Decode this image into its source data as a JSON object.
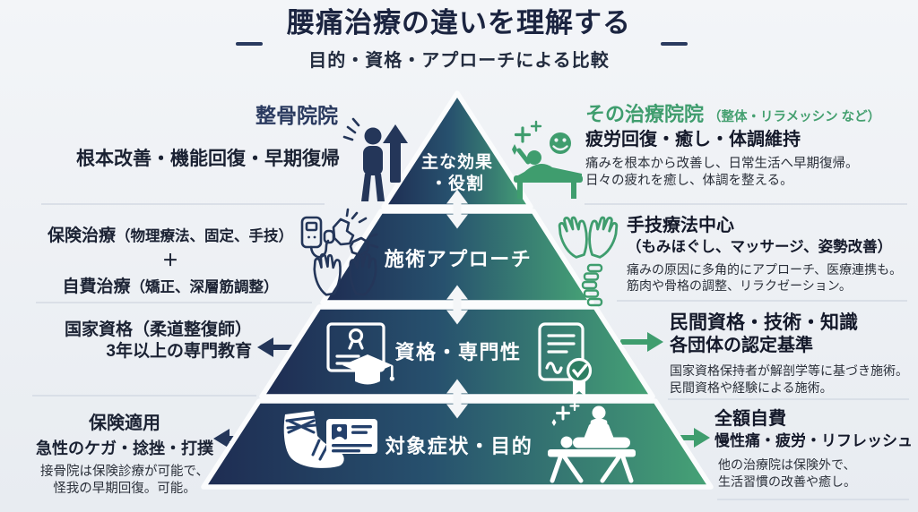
{
  "title": {
    "text": "腰痛治療の違いを理解する",
    "subtitle": "目的・資格・アプローチによる比較"
  },
  "left": {
    "header": "整骨院院",
    "row1": {
      "title": "根本改善・機能回復・早期復帰"
    },
    "row2": {
      "line1_main": "保険治療",
      "line1_sub": "（物理療法、固定、手技）",
      "plus": "＋",
      "line2_main": "自費治療",
      "line2_sub": "（矯正、深層筋調整）"
    },
    "row3": {
      "line1": "国家資格（柔道整復師）",
      "line2": "3年以上の専門教育"
    },
    "row4": {
      "title1": "保険適用",
      "title2": "急性のケガ・捻挫・打撲",
      "desc1": "接骨院は保険診療が可能で、",
      "desc2": "怪我の早期回復。可能。"
    }
  },
  "right": {
    "header": "その治療院院",
    "header_note": "（整体・リラメッシン など）",
    "row1": {
      "title": "疲労回復・癒し・体調維持",
      "desc1": "痛みを根本から改善し、日常生活へ早期復帰。",
      "desc2": "日々の疲れを癒し、体調を整える。"
    },
    "row2": {
      "title": "手技療法中心",
      "subtitle": "（もみほぐし、マッサージ、姿勢改善）",
      "desc1": "痛みの原因に多角的にアプローチ、医療連携も。",
      "desc2": "筋肉や骨格の調整、リラクゼーション。"
    },
    "row3": {
      "title": "民間資格・技術・知識",
      "subtitle": "各団体の認定基準",
      "desc1": "国家資格保持者が解剖学等に基づき施術。",
      "desc2": "民間資格や経験による施術。"
    },
    "row4": {
      "title": "全額自費",
      "subtitle": "慢性痛・疲労・リフレッシュ",
      "desc1": "他の治療院は保険外で、",
      "desc2": "生活習慣の改善や癒し。"
    }
  },
  "pyramid": {
    "level1_line1": "主な効果",
    "level1_line2": "・役割",
    "level2": "施術アプローチ",
    "level3": "資格・専門性",
    "level4": "対象症状・目的"
  },
  "colors": {
    "navy": "#243659",
    "green": "#3f9d6e",
    "title_navy": "#1b2440",
    "background": "#edf0f4",
    "pyramid_gradient": [
      "#1e2c52",
      "#27516e",
      "#46a376"
    ]
  },
  "icons": {
    "person-progress-icon": "person with motion lines",
    "up-arrow-icon": "upward arrow",
    "relax-bed-icon": "person reclining on bed",
    "smiley-icon": "smiling face",
    "sparkle-icon": "sparkles",
    "tens-device-icon": "electro-therapy device with cable",
    "joint-pain-icon": "joint with pain flashes",
    "treatment-hands-icon": "pair of hands",
    "healing-hands-icon": "open healing hands",
    "spine-icon": "curved spine segments",
    "certificate-icon": "framed certificate with seal",
    "graduation-cap-icon": "graduation cap",
    "document-check-icon": "document with check seal",
    "bandaged-foot-icon": "bandaged foot",
    "id-card-icon": "insurance id card",
    "massage-table-icon": "therapist massaging person on table",
    "level-connector-arrow": "white double-headed arrow",
    "navy-left-arrow": "navy arrow pointing left",
    "green-right-arrow": "green arrow pointing right"
  }
}
